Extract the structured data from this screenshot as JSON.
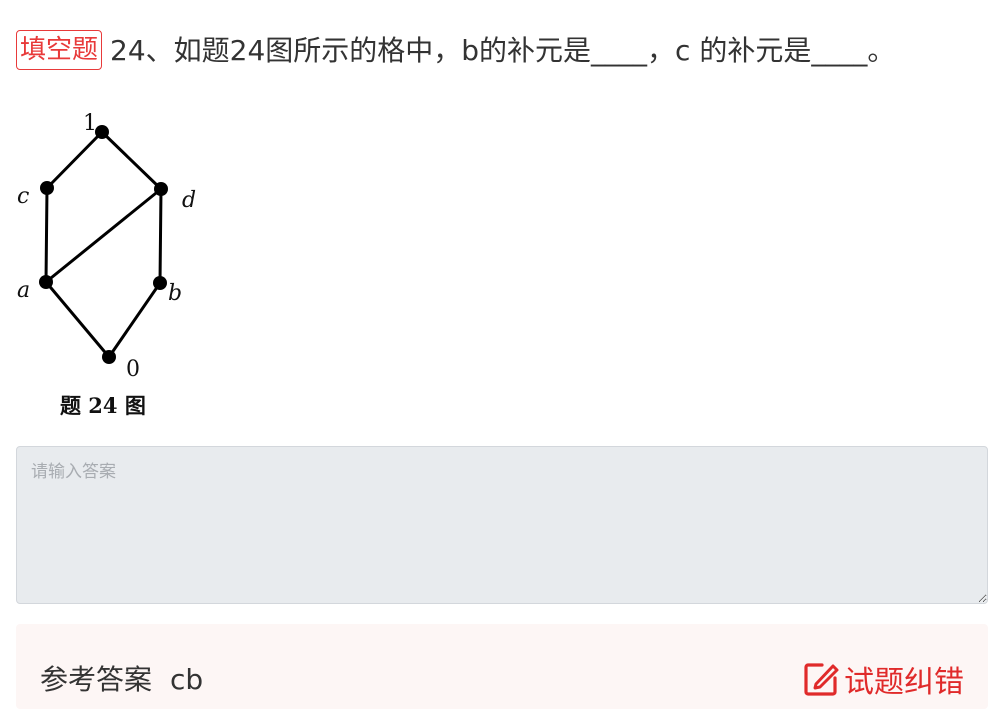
{
  "question": {
    "badge": "填空题",
    "text": "24、如题24图所示的格中，b的补元是____，c 的补元是____。"
  },
  "figure": {
    "caption": "题 24 图",
    "nodes": {
      "top": "1",
      "c": "c",
      "d": "d",
      "a": "a",
      "b": "b",
      "bottom": "0"
    }
  },
  "answer_input": {
    "placeholder": "请输入答案",
    "value": ""
  },
  "reference": {
    "label": "参考答案",
    "value": "cb"
  },
  "report": {
    "label": "试题纠错",
    "icon": "edit-icon",
    "color": "#e02a2a"
  }
}
